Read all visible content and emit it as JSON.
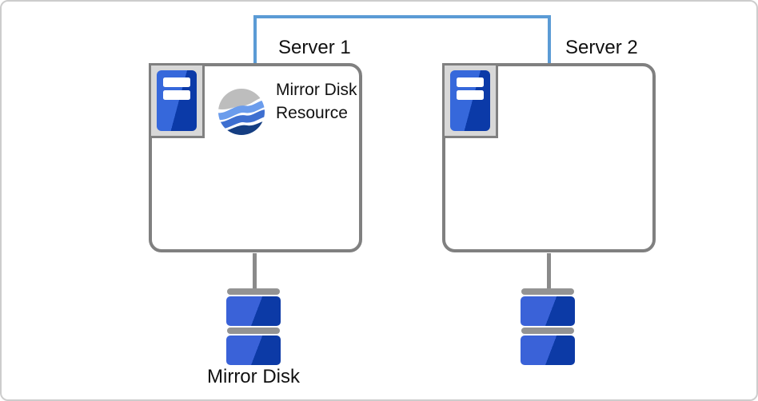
{
  "servers": [
    {
      "label": "Server 1"
    },
    {
      "label": "Server 2"
    }
  ],
  "resource": {
    "label": "Mirror Disk Resource"
  },
  "mirror_disk": {
    "label": "Mirror Disk"
  },
  "icons": {
    "server": "server-tower-icon",
    "resource": "wave-sphere-icon",
    "disk": "disk-stack-icon"
  },
  "colors": {
    "connector": "#5B9BD5",
    "outline": "#808080",
    "border": "#CDCDCD",
    "frame": "#D8D8D8",
    "stem": "#8A8A8A",
    "bar": "#939393",
    "tower_light": "#3668DB",
    "tower_dark": "#0B3AA8",
    "disk_light": "#3A62D8",
    "disk_dark": "#0C3AA6",
    "sphere_gray": "#BDBDBD",
    "sphere_light": "#6B9CEC",
    "sphere_mid": "#3E6FD0",
    "sphere_navy": "#153E82",
    "text": "#111111"
  }
}
